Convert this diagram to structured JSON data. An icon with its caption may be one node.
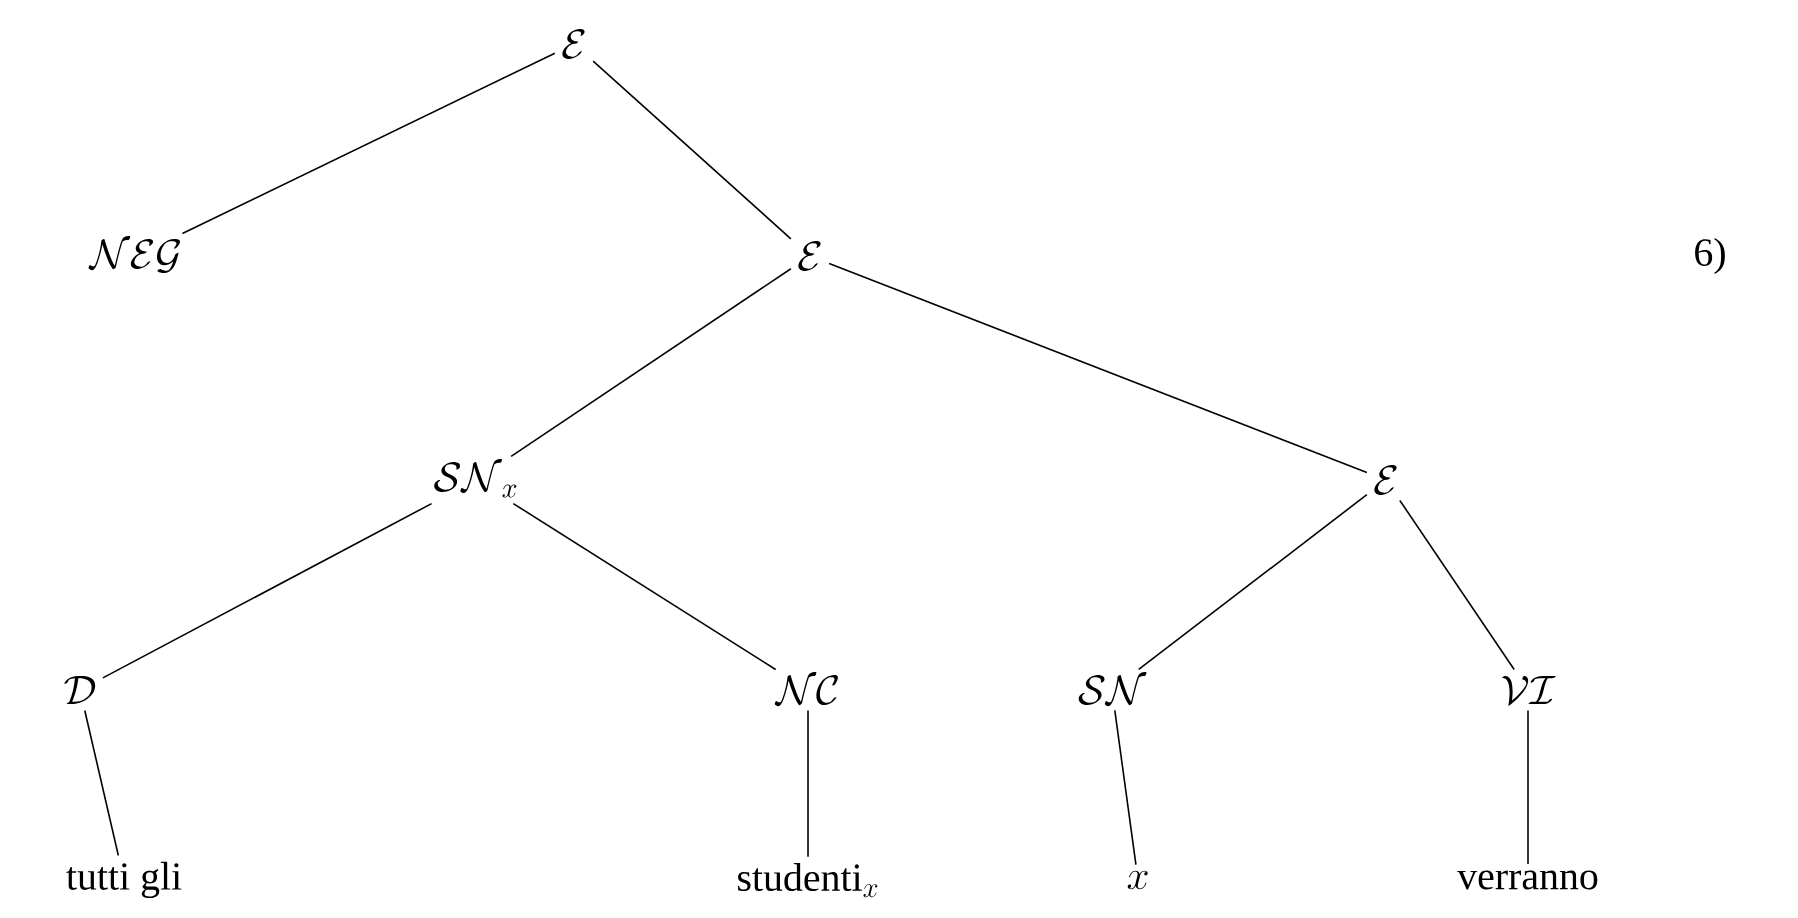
{
  "diagram": {
    "nodes": [
      {
        "text": [
          "\\mathcal{E}"
        ]
      },
      {
        "text": [
          "\\mathcal{NEG}"
        ]
      },
      {
        "text": [
          "\\mathcal{E}"
        ]
      },
      {
        "text": [
          "\\mathcal{SN}_x"
        ]
      },
      {
        "text": [
          "\\mathcal{E}"
        ]
      },
      {
        "text": [
          "\\mathcal{D}"
        ]
      },
      {
        "text": [
          "\\mathcal{NC}"
        ]
      },
      {
        "text": [
          "\\mathcal{SN}"
        ]
      },
      {
        "text": [
          "\\mathcal{VI}"
        ]
      },
      {
        "text": [
          "\\textrm{tutti gli}"
        ]
      },
      {
        "text": [
          "\\textrm{studenti}_x"
        ]
      },
      {
        "text": [
          "x"
        ]
      },
      {
        "text": [
          "\\textrm{verranno}"
        ]
      }
    ],
    "edges": [
      {
        "from": 0,
        "to": 1,
        "arrow": "none"
      },
      {
        "from": 0,
        "to": 2,
        "arrow": "none"
      },
      {
        "from": 2,
        "to": 3,
        "arrow": "none"
      },
      {
        "from": 2,
        "to": 4,
        "arrow": "none"
      },
      {
        "from": 3,
        "to": 5,
        "arrow": "none"
      },
      {
        "from": 3,
        "to": 6,
        "arrow": "none"
      },
      {
        "from": 4,
        "to": 7,
        "arrow": "none"
      },
      {
        "from": 4,
        "to": 8,
        "arrow": "none"
      },
      {
        "from": 5,
        "to": 9,
        "arrow": "none"
      },
      {
        "from": 6,
        "to": 10,
        "arrow": "none"
      },
      {
        "from": 7,
        "to": 11,
        "arrow": "none"
      },
      {
        "from": 8,
        "to": 12,
        "arrow": "none"
      }
    ],
    "labels": [
      "6)"
    ]
  }
}
